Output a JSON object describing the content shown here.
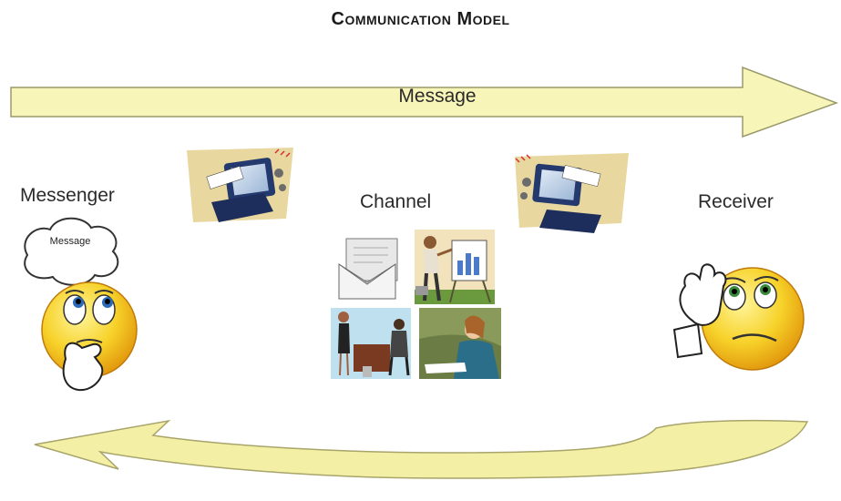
{
  "title": "Communication Model",
  "arrow_label": "Message",
  "nodes": {
    "messenger": "Messenger",
    "channel": "Channel",
    "receiver": "Receiver"
  },
  "bubble_text": "Message",
  "icons": [
    "computer-icon",
    "envelope-icon",
    "presenter-icon",
    "meeting-icon",
    "phone-call-icon",
    "thinking-face-icon",
    "listening-face-icon"
  ],
  "colors": {
    "arrow_fill": "#f7f5b8",
    "arrow_stroke": "#9a9a6a",
    "face": "#f5c91d"
  }
}
